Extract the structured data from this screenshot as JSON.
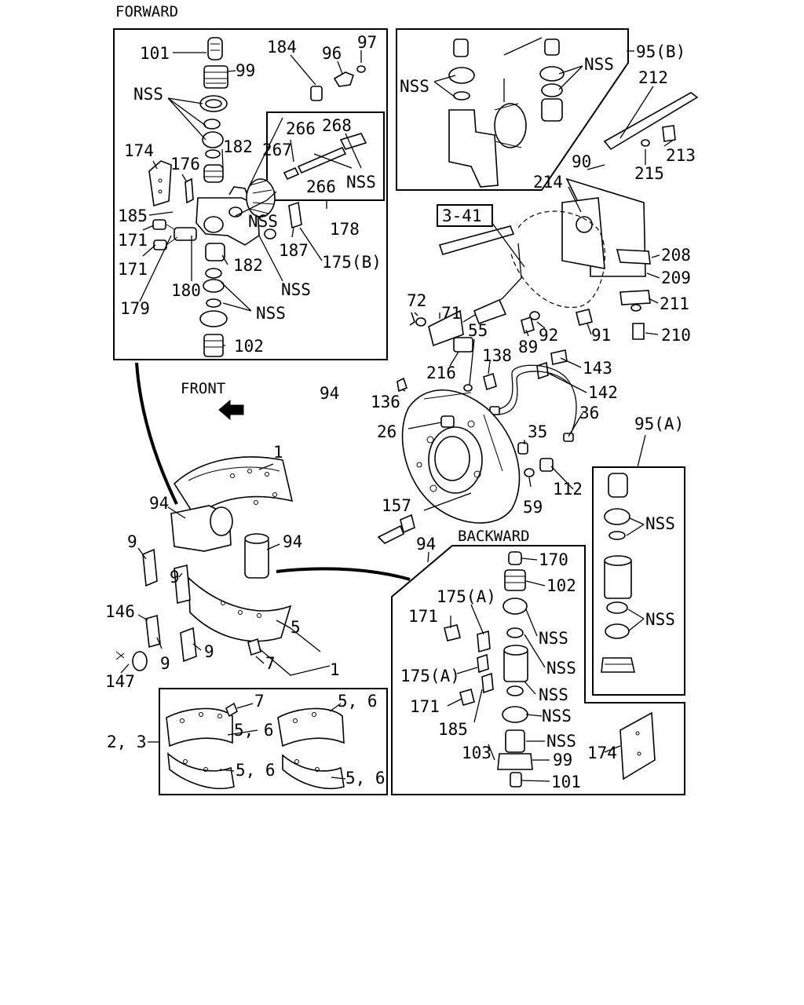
{
  "headings": {
    "forward": "FORWARD",
    "backward": "BACKWARD",
    "front": "FRONT"
  },
  "ref_box": "3-41",
  "callouts": {
    "f_101": "101",
    "f_99": "99",
    "f_nss_top": "NSS",
    "f_174": "174",
    "f_176": "176",
    "f_182a": "182",
    "f_185": "185",
    "f_171a": "171",
    "f_171b": "171",
    "f_179": "179",
    "f_180": "180",
    "f_182b": "182",
    "f_nss_mid": "NSS",
    "f_nss_low": "NSS",
    "f_102": "102",
    "f_184": "184",
    "f_96": "96",
    "f_97": "97",
    "f_266a": "266",
    "f_268": "268",
    "f_267": "267",
    "f_266b": "266",
    "f_nss_link": "NSS",
    "f_nss_arm": "NSS",
    "f_178": "178",
    "f_187": "187",
    "f_175b": "175(B)",
    "b95_nss_left": "NSS",
    "b95_nss_right": "NSS",
    "b95_label": "95(B)",
    "c_212": "212",
    "c_90": "90",
    "c_213": "213",
    "c_215": "215",
    "c_214": "214",
    "c_208": "208",
    "c_209": "209",
    "c_211": "211",
    "c_210": "210",
    "c_91": "91",
    "c_92": "92",
    "c_89": "89",
    "c_72": "72",
    "c_71": "71",
    "c_55": "55",
    "c_216": "216",
    "c_138": "138",
    "c_143": "143",
    "c_142": "142",
    "c_136": "136",
    "c_26": "26",
    "c_36": "36",
    "c_35": "35",
    "c_112": "112",
    "c_59": "59",
    "c_157": "157",
    "c_94_top": "94",
    "l_1a": "1",
    "l_94a": "94",
    "l_94b": "94",
    "l_9a": "9",
    "l_9b": "9",
    "l_146": "146",
    "l_147": "147",
    "l_9c": "9",
    "l_9d": "9",
    "l_5": "5",
    "l_7": "7",
    "l_1b": "1",
    "l_23": "2, 3",
    "s_7": "7",
    "s_56a": "5, 6",
    "s_56b": "5, 6",
    "s_56c": "5, 6",
    "s_56d": "5, 6",
    "a_95": "95(A)",
    "a_nss1": "NSS",
    "a_nss2": "NSS",
    "k_94": "94",
    "k_170": "170",
    "k_102": "102",
    "k_175a1": "175(A)",
    "k_171a": "171",
    "k_nss1": "NSS",
    "k_nss2": "NSS",
    "k_175a2": "175(A)",
    "k_nss3": "NSS",
    "k_171b": "171",
    "k_nss4": "NSS",
    "k_185": "185",
    "k_103": "103",
    "k_nss5": "NSS",
    "k_99": "99",
    "k_101": "101",
    "k_174": "174"
  }
}
